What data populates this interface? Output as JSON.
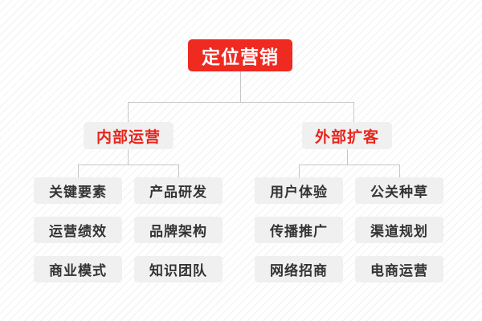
{
  "diagram": {
    "title": "定位营销",
    "type": "organization-tree",
    "colors": {
      "root_bg": "#ee2a21",
      "root_text": "#ffffff",
      "branch_bg": "#f0f0f0",
      "branch_text": "#e8241b",
      "leaf_bg": "#f0f0f0",
      "leaf_text": "#333333",
      "connector": "#c6c6c6",
      "page_bg": "#fcfcfc"
    },
    "root": {
      "label": "定位营销"
    },
    "branches": [
      {
        "label": "内部运营",
        "leaves": [
          {
            "label": "关键要素"
          },
          {
            "label": "产品研发"
          },
          {
            "label": "运营绩效"
          },
          {
            "label": "品牌架构"
          },
          {
            "label": "商业模式"
          },
          {
            "label": "知识团队"
          }
        ]
      },
      {
        "label": "外部扩客",
        "leaves": [
          {
            "label": "用户体验"
          },
          {
            "label": "公关种草"
          },
          {
            "label": "传播推广"
          },
          {
            "label": "渠道规划"
          },
          {
            "label": "网络招商"
          },
          {
            "label": "电商运营"
          }
        ]
      }
    ]
  }
}
